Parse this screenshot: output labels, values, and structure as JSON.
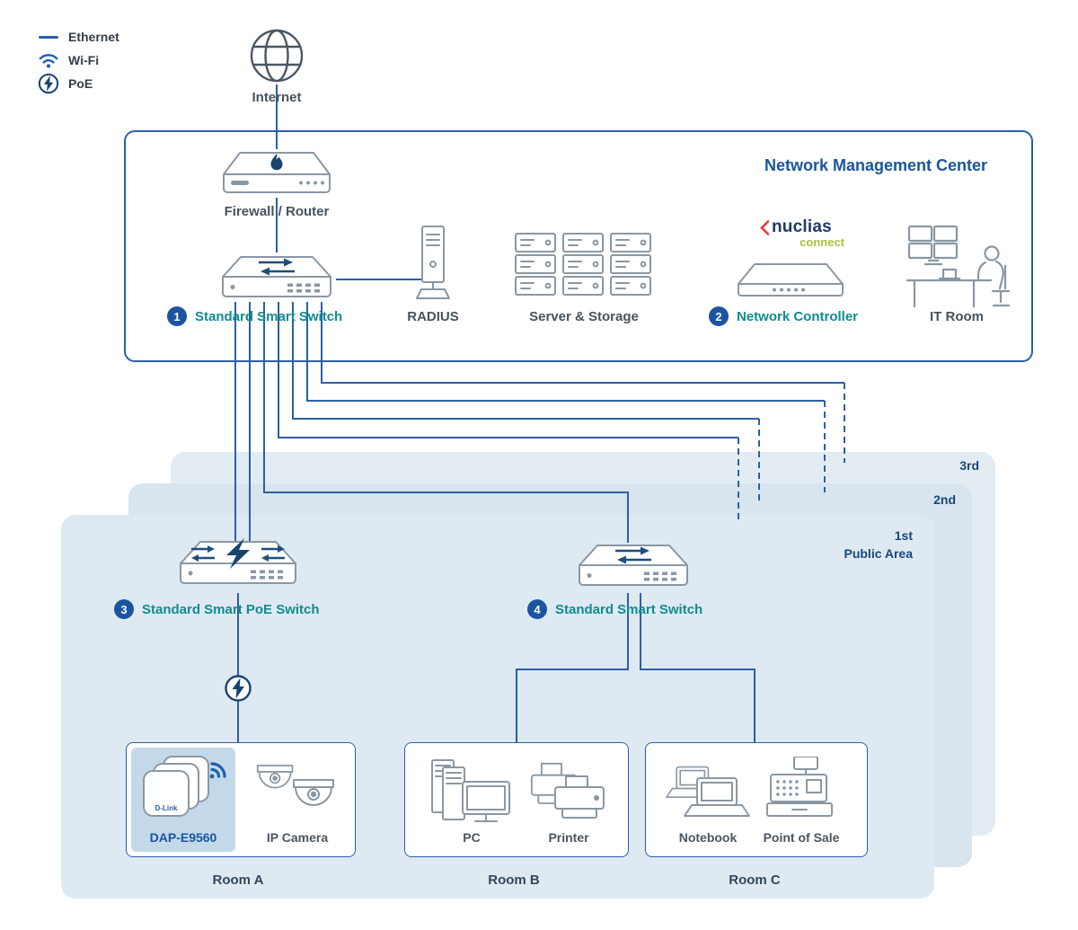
{
  "colors": {
    "line": "#2b5fa6",
    "accent_navy": "#1b54a0",
    "teal_label": "#0e8c90",
    "floor_fill": "#dde8f1",
    "dap_highlight": "#c3d9ea",
    "icon_gray": "#8a97a3",
    "nuclias_red": "#e23b3b",
    "nuclias_navy": "#1d3b66",
    "nuclias_green": "#a9c23f"
  },
  "icons": {
    "ethernet-line-icon": "short solid line",
    "wifi-icon": "wifi arcs with dot",
    "poe-icon": "lightning bolt in circle",
    "internet-globe-icon": "globe",
    "firewall-icon": "router device with flame",
    "switch-icon": "switch device with bidirectional arrows",
    "poe-switch-icon": "switch device with arrows and lightning bolt",
    "radius-icon": "server tower on stand",
    "server-storage-icon": "three rack server towers",
    "controller-icon": "flat network controller device",
    "itroom-icon": "operator at desk with monitor wall",
    "access-point-icon": "stack of three access points with wifi",
    "ip-camera-icon": "two dome cameras",
    "pc-icon": "tower PCs with monitor",
    "printer-icon": "two printers",
    "notebook-icon": "two laptops",
    "pos-icon": "cash register"
  },
  "legend": {
    "ethernet": "Ethernet",
    "wifi": "Wi-Fi",
    "poe": "PoE"
  },
  "internet_label": "Internet",
  "nmc": {
    "title": "Network Management Center",
    "firewall_label": "Firewall / Router",
    "switch1_badge": "1",
    "switch1_label": "Standard Smart Switch",
    "radius_label": "RADIUS",
    "server_label": "Server & Storage",
    "nuclias_brand": "nuclias",
    "nuclias_sub": "connect",
    "controller_badge": "2",
    "controller_label": "Network Controller",
    "itroom_label": "IT Room"
  },
  "floors": {
    "third": "3rd",
    "second": "2nd",
    "first": "1st",
    "public_area": "Public Area"
  },
  "floor1": {
    "poe_switch_badge": "3",
    "poe_switch_label": "Standard Smart PoE Switch",
    "switch4_badge": "4",
    "switch4_label": "Standard Smart Switch",
    "room_a": {
      "ap_label": "DAP-E9560",
      "ap_logo": "D-Link",
      "camera_label": "IP Camera",
      "name": "Room A"
    },
    "room_b": {
      "pc_label": "PC",
      "printer_label": "Printer",
      "name": "Room B"
    },
    "room_c": {
      "notebook_label": "Notebook",
      "pos_label": "Point of Sale",
      "name": "Room C"
    }
  }
}
